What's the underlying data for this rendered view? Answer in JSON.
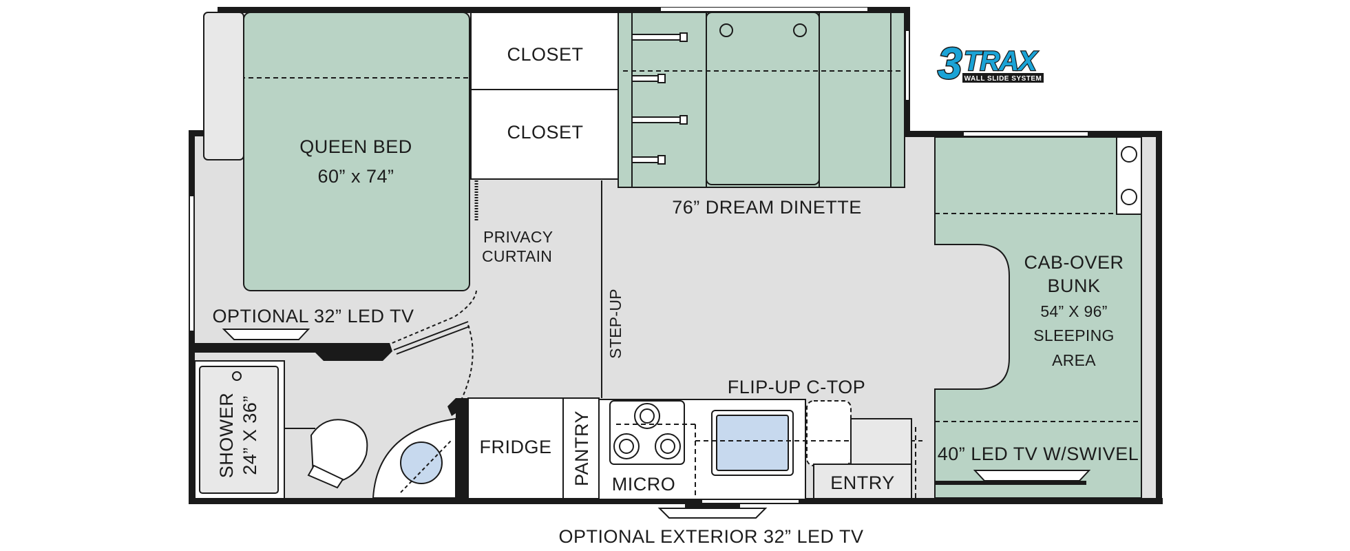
{
  "brand": {
    "logo_text": "3TRAX",
    "logo_subtext": "WALL SLIDE SYSTEM",
    "logo_color": "#1aa3d6"
  },
  "colors": {
    "floor": "#e0e0e0",
    "furniture": "#b9d3c5",
    "wall": "#1a1a1a",
    "appliance": "#ffffff",
    "glass": "#c7d9ee"
  },
  "rooms": {
    "queen_bed": {
      "line1": "QUEEN BED",
      "line2": "60” x 74”"
    },
    "closet_top": "CLOSET",
    "closet_bottom": "CLOSET",
    "privacy_curtain": {
      "line1": "PRIVACY",
      "line2": "CURTAIN"
    },
    "dinette": "76” DREAM DINETTE",
    "step_up": "STEP-UP",
    "cab_over_bunk": {
      "line1": "CAB-OVER",
      "line2": "BUNK",
      "line3": "54” X 96”",
      "line4": "SLEEPING",
      "line5": "AREA"
    },
    "optional_tv": "OPTIONAL 32” LED TV",
    "shower": {
      "line1": "SHOWER",
      "line2": "24” X 36”"
    },
    "fridge": "FRIDGE",
    "pantry": "PANTRY",
    "micro": "MICRO",
    "flip_up_ctop": "FLIP-UP C-TOP",
    "entry": "ENTRY",
    "swivel_tv": "40” LED TV W/SWIVEL",
    "exterior_tv": "OPTIONAL EXTERIOR 32” LED TV"
  }
}
